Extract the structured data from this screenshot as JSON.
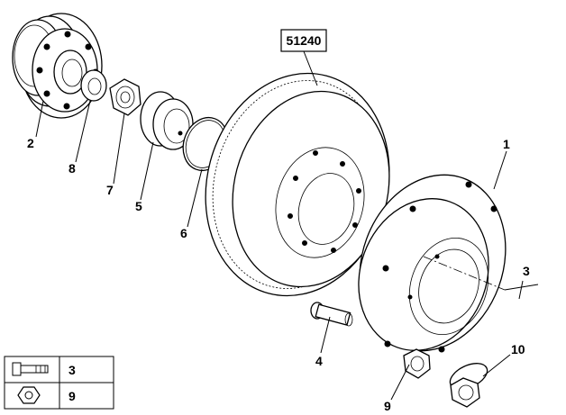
{
  "drawing": {
    "part_number": "51240"
  },
  "callouts": [
    {
      "id": "c1",
      "label": "1"
    },
    {
      "id": "c2",
      "label": "2"
    },
    {
      "id": "c3",
      "label": "3"
    },
    {
      "id": "c4",
      "label": "4"
    },
    {
      "id": "c5",
      "label": "5"
    },
    {
      "id": "c6",
      "label": "6"
    },
    {
      "id": "c7",
      "label": "7"
    },
    {
      "id": "c8",
      "label": "8"
    },
    {
      "id": "c9",
      "label": "9"
    },
    {
      "id": "c10",
      "label": "10"
    }
  ],
  "legend": {
    "rows": [
      {
        "icon": "bolt-icon",
        "label": "3"
      },
      {
        "icon": "nut-icon",
        "label": "9"
      }
    ]
  }
}
